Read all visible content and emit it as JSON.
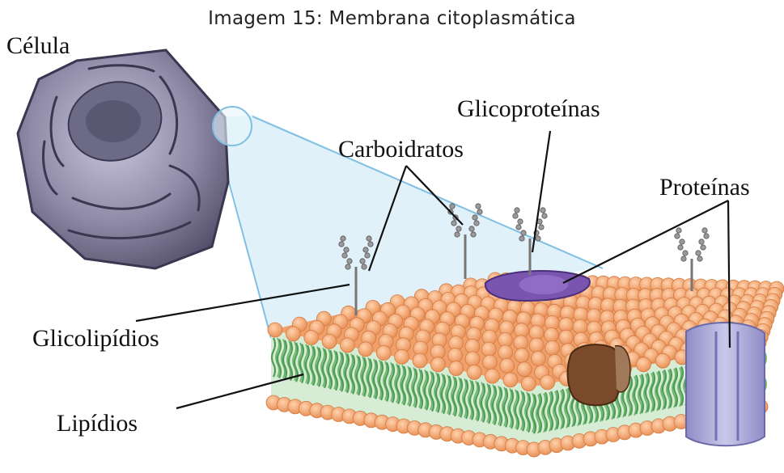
{
  "caption": "Imagem 15: Membrana citoplasmática",
  "labels": {
    "cell": "Célula",
    "glycoproteins": "Glicoproteínas",
    "carbohydrates": "Carboidratos",
    "proteins": "Proteínas",
    "glycolipids": "Glicolipídios",
    "lipids": "Lipídios"
  },
  "colors": {
    "lipid_head": "#f3a46e",
    "lipid_tail": "#5aa55e",
    "glycoprotein": "#7d56b0",
    "channel_protein": "#a8a6d6",
    "peripheral_protein": "#7a4a2a",
    "cell_body": "#6c6889",
    "zoom_cone": "#c9e3f3"
  }
}
